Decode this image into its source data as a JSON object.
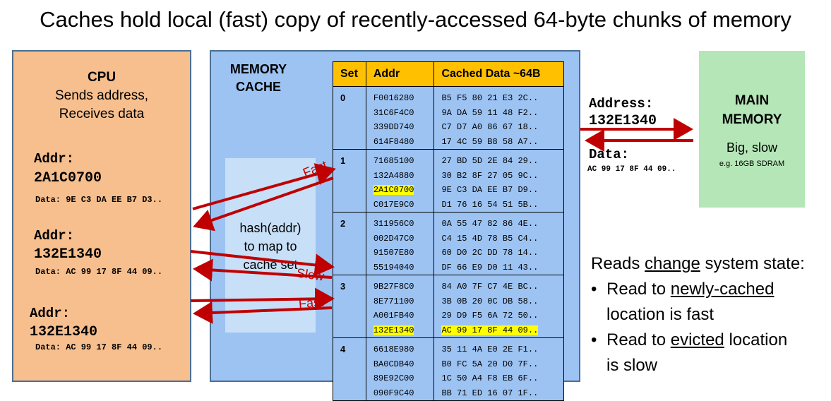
{
  "title": "Caches hold local (fast) copy of recently-accessed 64-byte chunks of memory",
  "cpu": {
    "label": "CPU",
    "line1": "Sends address,",
    "line2": "Receives data",
    "requests": [
      {
        "addr_label": "Addr:",
        "addr": "2A1C0700",
        "data": "Data: 9E C3 DA EE B7 D3.."
      },
      {
        "addr_label": "Addr:",
        "addr": "132E1340",
        "data": "Data: AC 99 17 8F 44 09.."
      },
      {
        "addr_label": "Addr:",
        "addr": "132E1340",
        "data": "Data: AC 99 17 8F 44 09.."
      }
    ]
  },
  "cache": {
    "label_line1": "MEMORY",
    "label_line2": "CACHE",
    "hash_line1": "hash(addr)",
    "hash_line2": "to map to",
    "hash_line3": "cache set",
    "headers": [
      "Set",
      "Addr",
      "Cached Data ~64B"
    ],
    "sets": [
      {
        "set": "0",
        "addrs": [
          "F0016280",
          "31C6F4C0",
          "339DD740",
          "614F8480"
        ],
        "data": [
          "B5 F5 80 21 E3 2C..",
          "9A DA 59 11 48 F2..",
          "C7 D7 A0 86 67 18..",
          "17 4C 59 B8 58 A7.."
        ]
      },
      {
        "set": "1",
        "addrs": [
          "71685100",
          "132A4880",
          "2A1C0700",
          "C017E9C0"
        ],
        "data": [
          "27 BD 5D 2E 84 29..",
          "30 B2 8F 27 05 9C..",
          "9E C3 DA EE B7 D9..",
          "D1 76 16 54 51 5B.."
        ]
      },
      {
        "set": "2",
        "addrs": [
          "311956C0",
          "002D47C0",
          "91507E80",
          "55194040"
        ],
        "data": [
          "0A 55 47 82 86 4E..",
          "C4 15 4D 78 B5 C4..",
          "60 D0 2C DD 78 14..",
          "DF 66 E9 D0 11 43.."
        ]
      },
      {
        "set": "3",
        "addrs": [
          "9B27F8C0",
          "8E771100",
          "A001FB40",
          "132E1340"
        ],
        "data": [
          "84 A0 7F C7 4E BC..",
          "3B 0B 20 0C DB 58..",
          "29 D9 F5 6A 72 50..",
          "AC 99 17 8F 44 09.."
        ]
      },
      {
        "set": "4",
        "addrs": [
          "6618E980",
          "BA0CDB40",
          "89E92C00",
          "090F9C40"
        ],
        "data": [
          "35 11 4A E0 2E F1..",
          "B0 FC 5A 20 D0 7F..",
          "1C 50 A4 F8 EB 6F..",
          "BB 71 ED 16 07 1F.."
        ]
      }
    ]
  },
  "bus": {
    "address_label": "Address:",
    "address_value": "132E1340",
    "data_label": "Data:",
    "data_value": "AC 99 17 8F 44 09.."
  },
  "main_memory": {
    "line1": "MAIN",
    "line2": "MEMORY",
    "sub": "Big, slow",
    "small": "e.g. 16GB SDRAM"
  },
  "arrow_labels": {
    "fast1": "Fast",
    "slow": "Slow",
    "fast2": "Fast"
  },
  "reads": {
    "intro_pre": "Reads ",
    "intro_u": "change",
    "intro_post": " system state:",
    "b1_pre": "Read to ",
    "b1_u": "newly-cached",
    "b1_line2": "location is fast",
    "b2_pre": "Read to ",
    "b2_u": "evicted",
    "b2_post": " location",
    "b2_line2": "is slow"
  },
  "colors": {
    "arrow": "#c00000",
    "highlight": "#ffff00",
    "header": "#ffc000",
    "cpu": "#f8bf8e",
    "cache": "#9dc3f3",
    "main": "#b5e6b7"
  }
}
